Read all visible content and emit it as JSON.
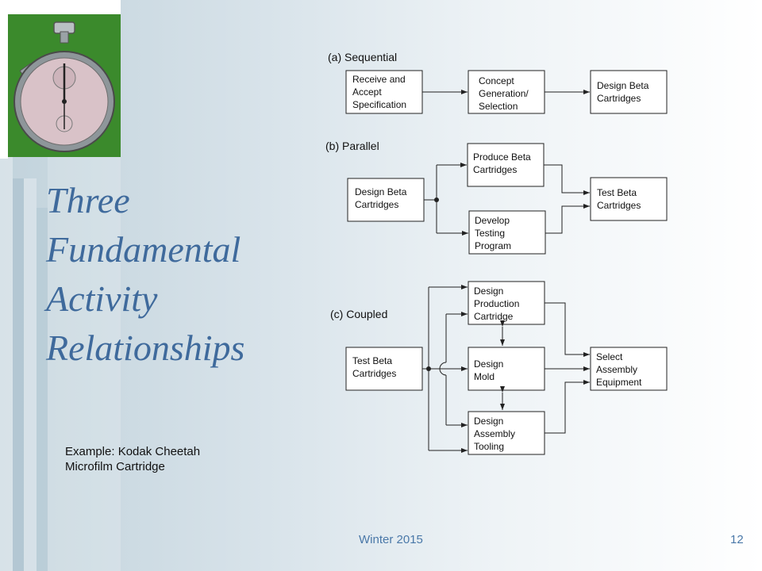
{
  "slide": {
    "title_lines": [
      "Three",
      "Fundamental",
      "Activity",
      "Relationships"
    ],
    "example_lines": [
      "Example: Kodak Cheetah",
      "Microfilm Cartridge"
    ],
    "footer": "Winter 2015",
    "page_number": "12",
    "colors": {
      "title": "#3f6a9c",
      "footer": "#4a78a8",
      "logo_bg": "#3b8a2c"
    },
    "logo_icon": "stopwatch-icon"
  },
  "diagram": {
    "sequential": {
      "label": "(a) Sequential",
      "receive": [
        "Receive and",
        "Accept",
        "Specification"
      ],
      "concept": [
        "Concept",
        "Generation/",
        "Selection"
      ],
      "design_beta": [
        "Design Beta",
        "Cartridges"
      ]
    },
    "parallel": {
      "label": "(b) Parallel",
      "design_beta": [
        "Design Beta",
        "Cartridges"
      ],
      "produce_beta": [
        "Produce Beta",
        "Cartridges"
      ],
      "develop_testing": [
        "Develop",
        "Testing",
        "Program"
      ],
      "test_beta": [
        "Test Beta",
        "Cartridges"
      ]
    },
    "coupled": {
      "label": "(c) Coupled",
      "test_beta": [
        "Test Beta",
        "Cartridges"
      ],
      "design_production": [
        "Design",
        "Production",
        "Cartridge"
      ],
      "design_mold": [
        "Design",
        "Mold"
      ],
      "design_assembly": [
        "Design",
        "Assembly",
        "Tooling"
      ],
      "select_assembly": [
        "Select",
        "Assembly",
        "Equipment"
      ]
    }
  }
}
